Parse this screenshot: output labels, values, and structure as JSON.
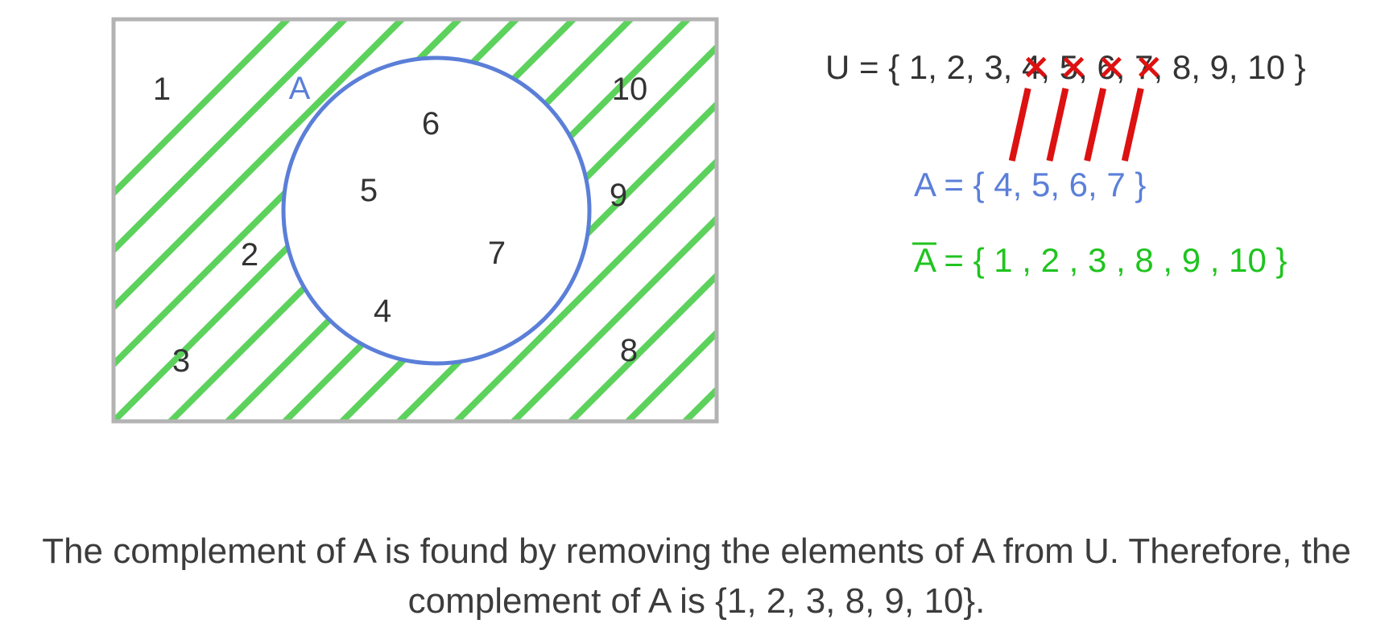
{
  "venn": {
    "set_label": "A",
    "numbers_outside": [
      "1",
      "2",
      "3",
      "10",
      "9",
      "8"
    ],
    "numbers_inside": [
      "6",
      "5",
      "7",
      "4"
    ]
  },
  "universal_set": {
    "prefix": "U = {",
    "elements": [
      "1",
      "2",
      "3",
      "4",
      "5",
      "6",
      "7",
      "8",
      "9",
      "10"
    ],
    "suffix": "}",
    "crossed_elements": [
      "4",
      "5",
      "6",
      "7"
    ]
  },
  "set_a": {
    "prefix": "A = {",
    "elements": [
      "4",
      "5",
      "6",
      "7"
    ],
    "suffix": "}"
  },
  "complement": {
    "symbol": "A",
    "prefix": "= {",
    "elements": [
      "1",
      "2",
      "3",
      "8",
      "9",
      "10"
    ],
    "suffix": "}"
  },
  "caption": {
    "line1": "The complement of A is found by removing the elements of A from U. Therefore, the",
    "line2": "complement of A is {1, 2, 3, 8, 9, 10}."
  },
  "colors": {
    "hatch": "#5cd25c",
    "circle": "#5b7fd8",
    "border": "#b3b3b3",
    "cross": "#dd1111",
    "complement_text": "#1fc41f",
    "set_a_text": "#5b7fd8",
    "text": "#333333"
  }
}
